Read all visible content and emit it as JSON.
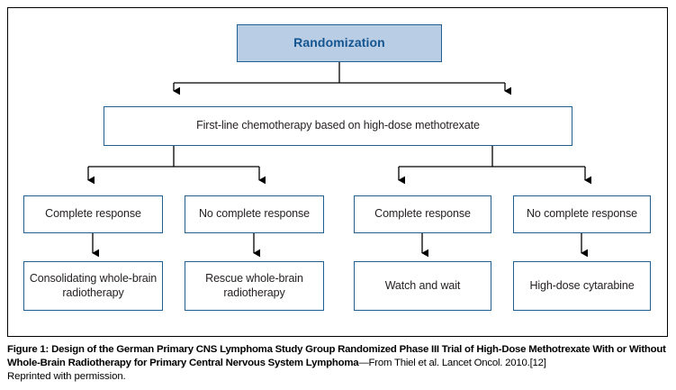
{
  "figure": {
    "type": "flowchart",
    "title_text": "Randomization",
    "nodes": {
      "randomization": "Randomization",
      "chemotherapy": "First-line chemotherapy based on high-dose methotrexate",
      "complete_response_left": "Complete response",
      "no_complete_response_left": "No complete response",
      "complete_response_right": "Complete response",
      "no_complete_response_right": "No complete response",
      "consolidating_wbrt": "Consolidating whole-brain radiotherapy",
      "rescue_wbrt": "Rescue whole-brain radiotherapy",
      "watch_and_wait": "Watch and wait",
      "high_dose_cytarabine": "High-dose cytarabine"
    },
    "colors": {
      "accent_fill": "#b9cde5",
      "accent_border": "#1f6091",
      "accent_text": "#14558f",
      "box_border": "#1f6091",
      "box_fill": "#ffffff",
      "box_text": "#231f20",
      "connector": "#000000",
      "frame": "#000000"
    }
  },
  "caption": {
    "bold_part": "Figure 1: Design of the German Primary CNS Lymphoma Study Group Randomized Phase III Trial of High-Dose Methotrexate With or Without Whole-Brain Radiotherapy for Primary Central Nervous System Lymphoma",
    "normal_part": "—From Thiel et al. Lancet Oncol. 2010.[12]",
    "line2": "Reprinted with permission."
  }
}
